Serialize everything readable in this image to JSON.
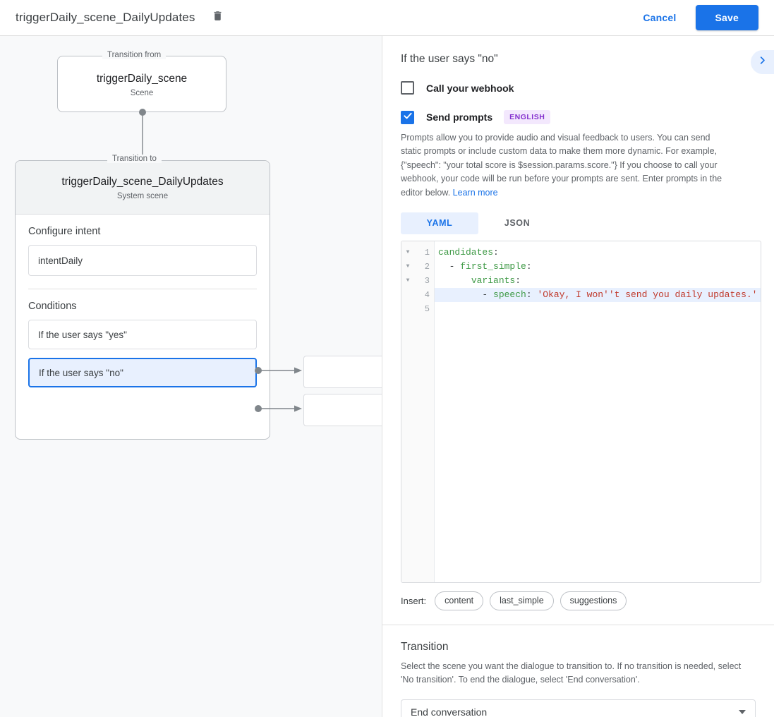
{
  "topbar": {
    "title": "triggerDaily_scene_DailyUpdates",
    "delete_icon": "trash-icon",
    "cancel_label": "Cancel",
    "save_label": "Save"
  },
  "canvas": {
    "from": {
      "legend": "Transition from",
      "title": "triggerDaily_scene",
      "subtitle": "Scene"
    },
    "to": {
      "legend": "Transition to",
      "title": "triggerDaily_scene_DailyUpdates",
      "subtitle": "System scene"
    },
    "intent": {
      "label": "Configure intent",
      "value": "intentDaily"
    },
    "conditions": {
      "label": "Conditions",
      "items": [
        {
          "text": "If the user says \"yes\"",
          "selected": false
        },
        {
          "text": "If the user says \"no\"",
          "selected": true
        }
      ]
    },
    "targets": [
      {
        "text": ""
      },
      {
        "text": ""
      }
    ]
  },
  "panel": {
    "title": "If the user says \"no\"",
    "expand_icon": "chevron-right-icon",
    "webhook": {
      "label": "Call your webhook",
      "checked": false
    },
    "prompts": {
      "label": "Send prompts",
      "checked": true,
      "badge": "ENGLISH",
      "description": "Prompts allow you to provide audio and visual feedback to users. You can send static prompts or include custom data to make them more dynamic. For example, {\"speech\": \"your total score is $session.params.score.\"} If you choose to call your webhook, your code will be run before your prompts are sent. Enter prompts in the editor below. ",
      "learn_more": "Learn more"
    },
    "tabs": [
      {
        "label": "YAML",
        "active": true
      },
      {
        "label": "JSON",
        "active": false
      }
    ],
    "editor": {
      "lines": [
        {
          "num": "1",
          "fold": true,
          "active": false,
          "tokens": [
            {
              "t": "k",
              "v": "candidates"
            },
            {
              "t": "p",
              "v": ":"
            }
          ]
        },
        {
          "num": "2",
          "fold": true,
          "active": false,
          "tokens": [
            {
              "t": "p",
              "v": "  - "
            },
            {
              "t": "k",
              "v": "first_simple"
            },
            {
              "t": "p",
              "v": ":"
            }
          ]
        },
        {
          "num": "3",
          "fold": true,
          "active": false,
          "tokens": [
            {
              "t": "p",
              "v": "      "
            },
            {
              "t": "k",
              "v": "variants"
            },
            {
              "t": "p",
              "v": ":"
            }
          ]
        },
        {
          "num": "4",
          "fold": false,
          "active": true,
          "tokens": [
            {
              "t": "p",
              "v": "        - "
            },
            {
              "t": "k",
              "v": "speech"
            },
            {
              "t": "p",
              "v": ": "
            },
            {
              "t": "s",
              "v": "'Okay, I won''t send you daily updates.'"
            }
          ]
        },
        {
          "num": "5",
          "fold": false,
          "active": false,
          "tokens": []
        }
      ]
    },
    "insert": {
      "label": "Insert:",
      "chips": [
        "content",
        "last_simple",
        "suggestions"
      ]
    },
    "transition": {
      "title": "Transition",
      "description": "Select the scene you want the dialogue to transition to. If no transition is needed, select 'No transition'. To end the dialogue, select 'End conversation'.",
      "selected": "End conversation",
      "caret_icon": "chevron-down-icon"
    }
  },
  "colors": {
    "accent": "#1a73e8",
    "badge_bg": "#f3e8fd",
    "badge_fg": "#8430ce",
    "canvas_bg": "#f8f9fa"
  }
}
